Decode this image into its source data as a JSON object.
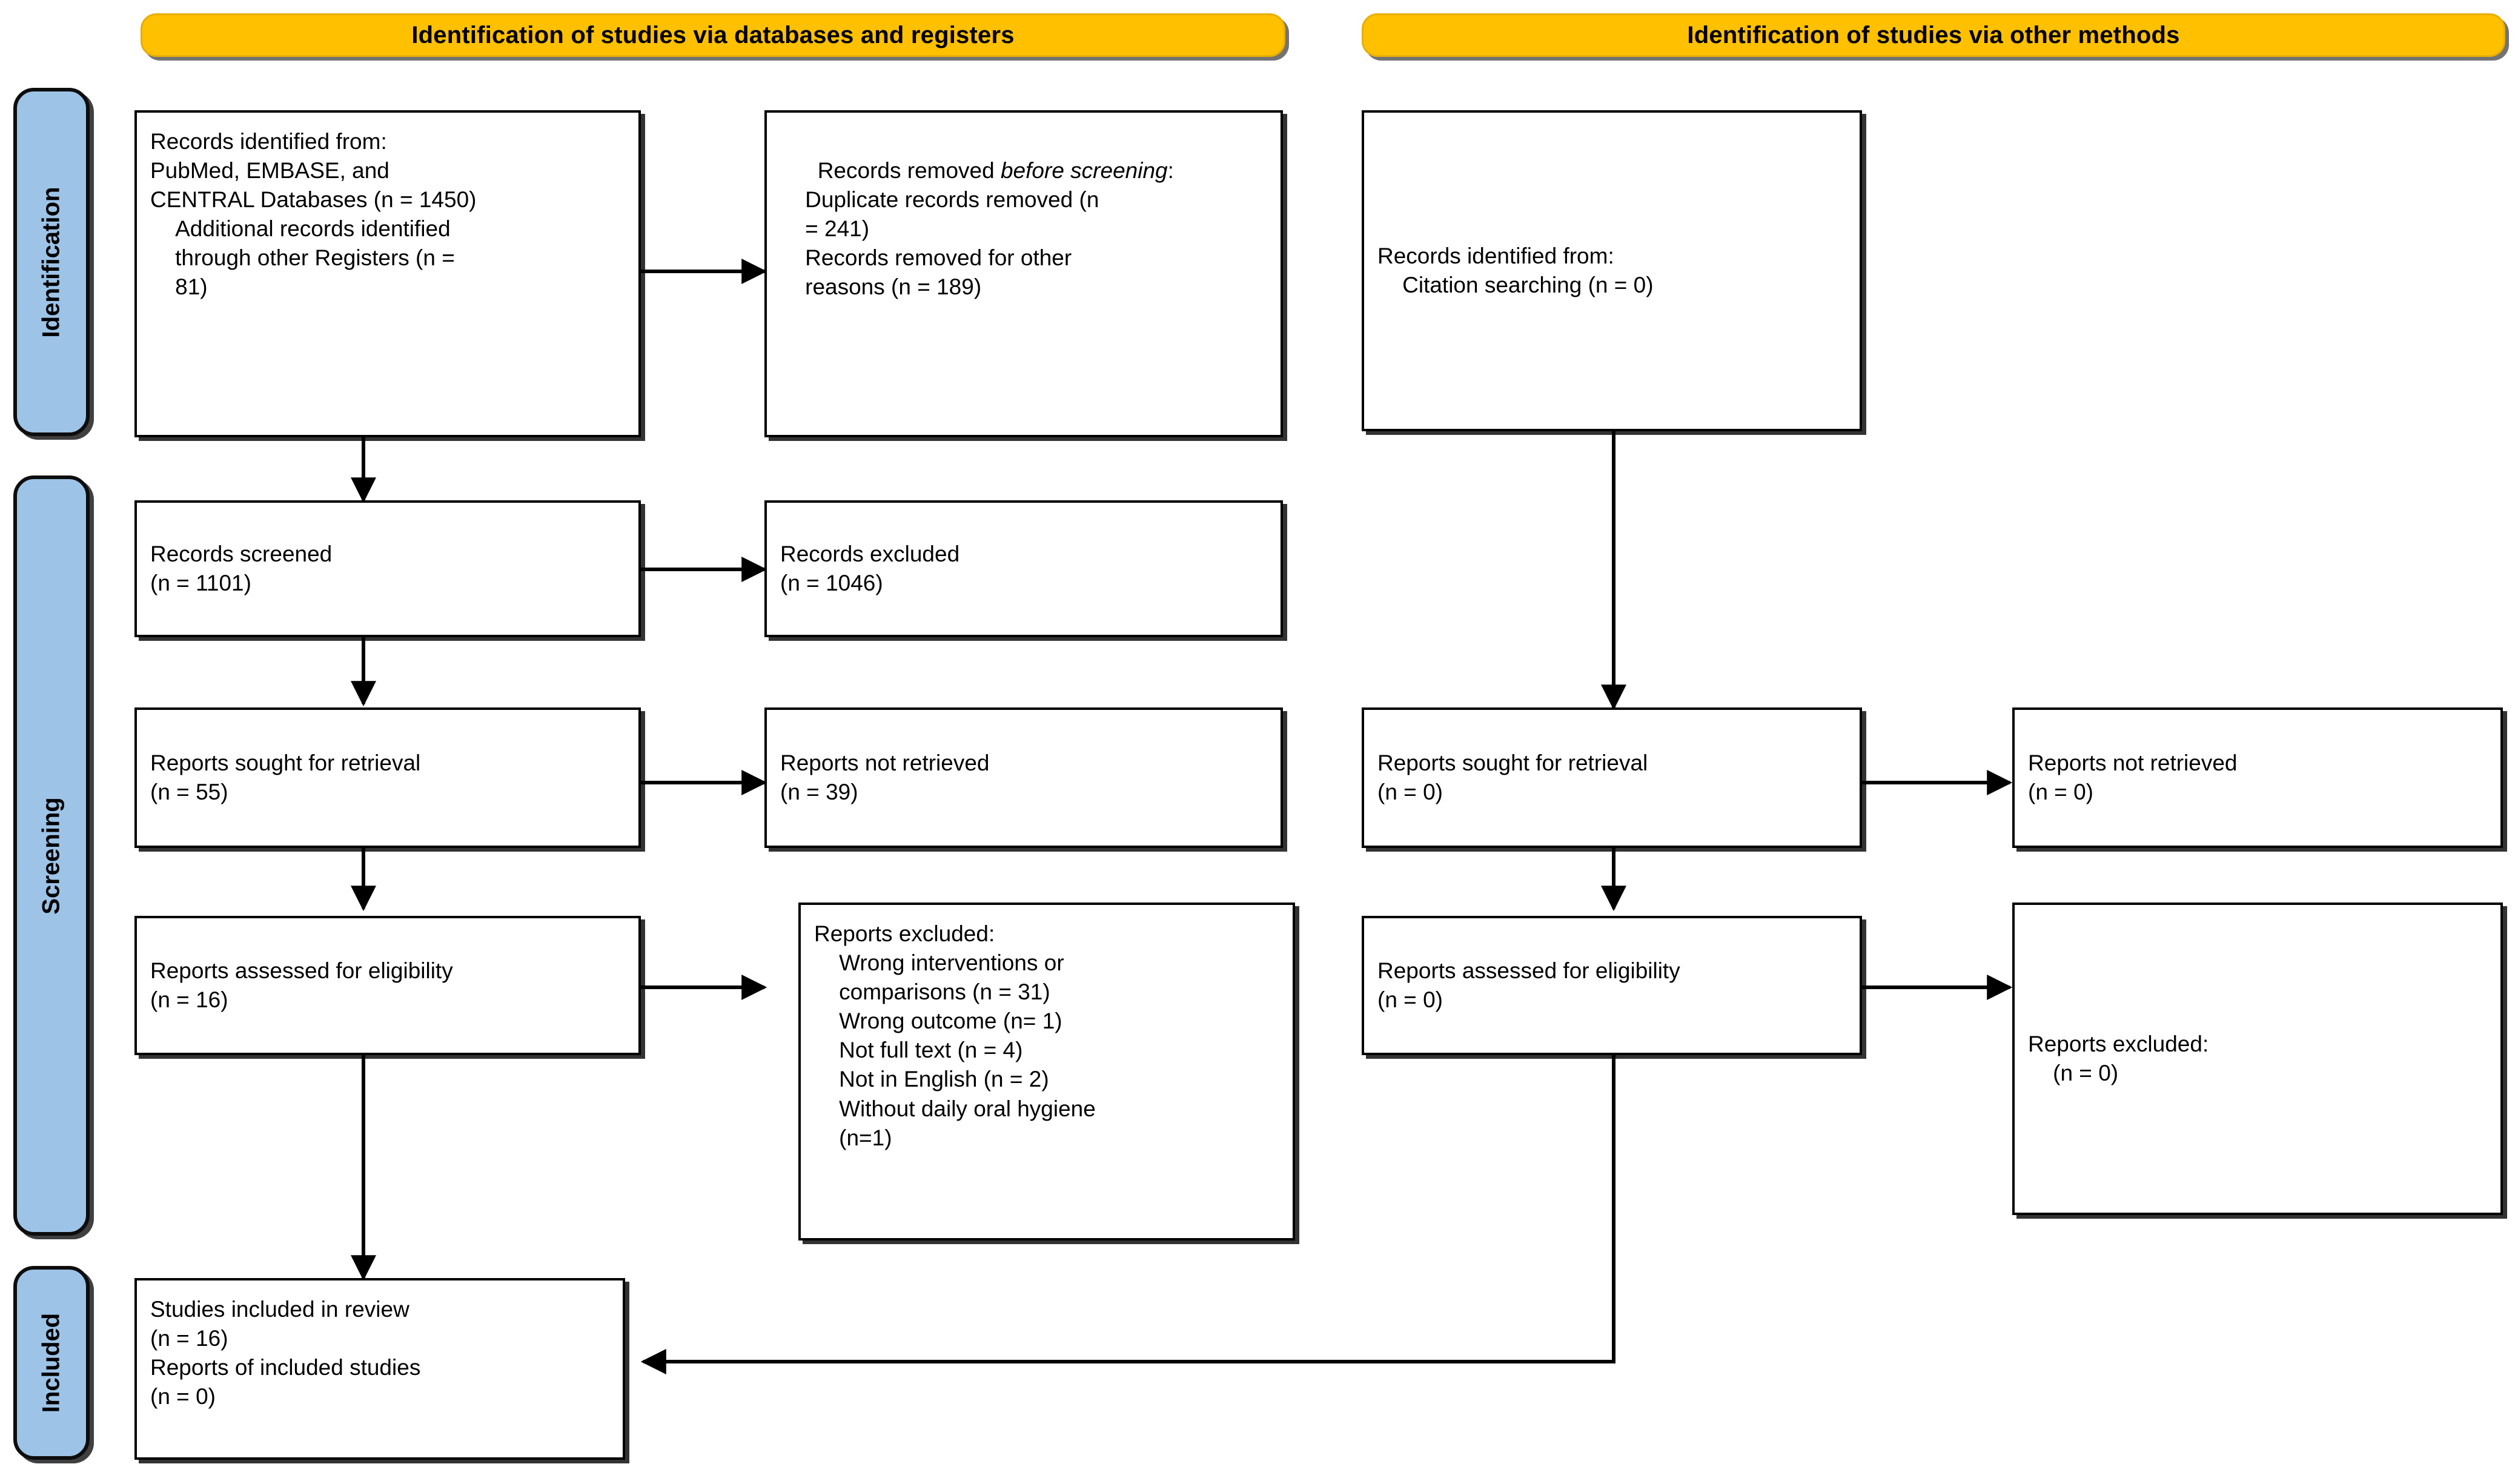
{
  "diagram": {
    "type": "prisma-flow-diagram",
    "title_left": "Identification of studies via databases and registers",
    "title_right": "Identification of studies via other methods",
    "accent_header_color": "#FFC000",
    "stage_label_color": "#9DC3E6",
    "box_border_color": "#000000",
    "background_color": "#FFFFFF"
  },
  "stages": [
    {
      "id": "identification",
      "label": "Identification"
    },
    {
      "id": "screening",
      "label": "Screening"
    },
    {
      "id": "included",
      "label": "Included"
    }
  ],
  "left_stream": {
    "header": "Identification of studies via databases and registers",
    "boxes": {
      "records_identified": {
        "line1": "Records identified from:",
        "line2": "PubMed, EMBASE, and",
        "line3": "CENTRAL Databases (n = 1450)",
        "line4": "    Additional records identified",
        "line5": "    through other Registers (n =",
        "line6": "    81)",
        "full_text": "Records identified from:\nPubMed, EMBASE, and\nCENTRAL Databases (n = 1450)\n    Additional records identified\n    through other Registers (n =\n    81)"
      },
      "records_removed": {
        "heading_normal": "Records removed ",
        "heading_italic": "before screening",
        "heading_suffix": ":",
        "items": "    Duplicate records removed (n\n    = 241)\n    Records removed for other\n    reasons (n = 189)"
      },
      "records_screened": {
        "full_text": "Records screened\n(n = 1101)"
      },
      "records_excluded": {
        "full_text": "Records excluded\n(n = 1046)"
      },
      "reports_sought": {
        "full_text": "Reports sought for retrieval\n(n = 55)"
      },
      "reports_not_retrieved": {
        "full_text": "Reports not retrieved\n(n = 39)"
      },
      "reports_assessed": {
        "full_text": "Reports assessed for eligibility\n(n = 16)"
      },
      "reports_excluded": {
        "full_text": "Reports excluded:\n    Wrong interventions or\n    comparisons (n = 31)\n    Wrong outcome (n= 1)\n    Not full text (n = 4)\n    Not in English (n = 2)\n    Without daily oral hygiene\n    (n=1)"
      },
      "studies_included": {
        "full_text": "Studies included in review\n(n = 16)\nReports of included studies\n(n = 0)"
      }
    }
  },
  "right_stream": {
    "header": "Identification of studies via other methods",
    "boxes": {
      "records_identified_other": {
        "full_text": "Records identified from:\n    Citation searching (n = 0)"
      },
      "reports_sought_other": {
        "full_text": "Reports sought for retrieval\n(n = 0)"
      },
      "reports_not_retrieved_other": {
        "full_text": "Reports not retrieved\n(n = 0)"
      },
      "reports_assessed_other": {
        "full_text": "Reports assessed for eligibility\n(n = 0)"
      },
      "reports_excluded_other": {
        "full_text": "Reports excluded:\n    (n = 0)"
      }
    }
  },
  "counts": {
    "records_databases": 1450,
    "records_registers": 81,
    "duplicates_removed": 241,
    "removed_other_reasons": 189,
    "records_screened": 1101,
    "records_excluded": 1046,
    "reports_sought": 55,
    "reports_not_retrieved": 39,
    "reports_assessed": 16,
    "excluded_wrong_interventions": 31,
    "excluded_wrong_outcome": 1,
    "excluded_not_full_text": 4,
    "excluded_not_english": 2,
    "excluded_no_daily_oral_hygiene": 1,
    "studies_included": 16,
    "reports_of_included_studies": 0,
    "citation_searching": 0
  }
}
